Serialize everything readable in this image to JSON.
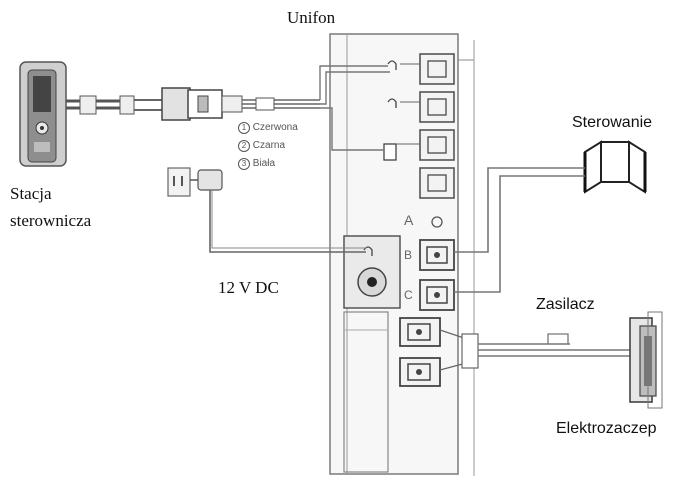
{
  "labels": {
    "unifon": "Unifon",
    "station_line1": "Stacja",
    "station_line2": "sterownicza",
    "sterowanie": "Sterowanie",
    "power_12v": "12 V DC",
    "zasilacz": "Zasilacz",
    "elektrozaczep": "Elektrozaczep"
  },
  "wire_legend": [
    {
      "num": "1",
      "name": "Czerwona"
    },
    {
      "num": "2",
      "name": "Czarna"
    },
    {
      "num": "3",
      "name": "Biała"
    }
  ],
  "terminal_letters": {
    "a": "A",
    "b": "B",
    "c": "C"
  },
  "colors": {
    "line": "#6e6e6e",
    "panel_fill": "#f6f6f6",
    "text": "#111111"
  }
}
